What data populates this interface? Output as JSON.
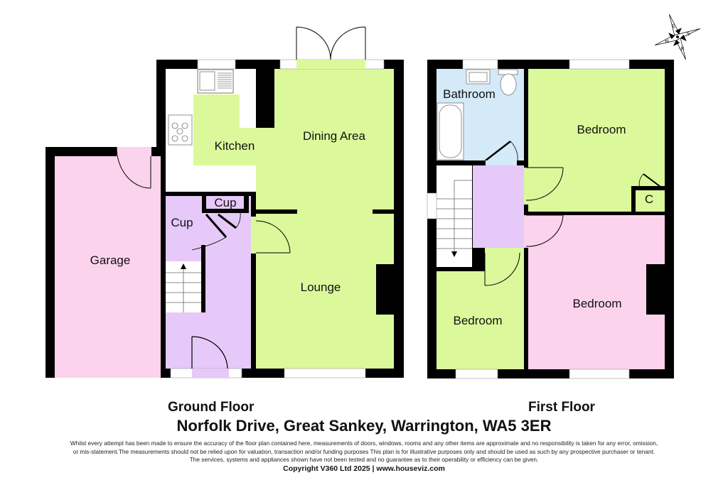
{
  "colors": {
    "wall": "#000000",
    "green_room": "#dbf99b",
    "pink_room": "#fcd3ec",
    "purple_room": "#e6c9f8",
    "blue_room": "#d5eaf8"
  },
  "compass": {
    "letters": [
      "N",
      "E",
      "S",
      "W"
    ]
  },
  "ground_floor": {
    "title": "Ground Floor",
    "rooms": {
      "garage": "Garage",
      "kitchen": "Kitchen",
      "dining": "Dining Area",
      "lounge": "Lounge",
      "cup_hall": "Cup",
      "cup_small": "Cup"
    }
  },
  "first_floor": {
    "title": "First Floor",
    "rooms": {
      "bathroom": "Bathroom",
      "bedroom_top_right": "Bedroom",
      "bedroom_bottom_left": "Bedroom",
      "bedroom_bottom_right": "Bedroom",
      "cupboard": "C"
    }
  },
  "address": "Norfolk Drive, Great Sankey, Warrington, WA5 3ER",
  "disclaimer": [
    "Whilst every attempt has been made to ensure the accuracy of the floor plan contained here, measurements of doors, windows, rooms and any other items are approximate and no responsibility is taken for any error, omission,",
    "or mis-statement.The measurements should not be relied upon for valuation, transaction and/or funding purposes This plan is for illustrative purposes only and should be used as such by any prospective purchaser or tenant.",
    "The services, systems and appliances shown have not been tested and no guarantee as to their operability or efficiency can be given."
  ],
  "copyright": "Copyright V360 Ltd 2025 | www.houseviz.com"
}
